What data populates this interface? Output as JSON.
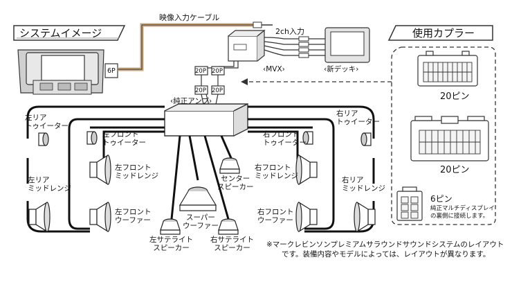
{
  "tags": {
    "system_image": "システムイメージ",
    "used_coupler": "使用カプラー"
  },
  "labels": {
    "video_cable": "映像入力ケーブル",
    "input_2ch": "2ch入力",
    "mvx": "‹MVX›",
    "new_deck": "‹新デッキ›",
    "genuine_amp": "‹純正アンプ›",
    "pin_6p": "6P",
    "pin_20p": "20P",
    "left_rear_tweeter": "左リア\nトゥイーター",
    "right_rear_tweeter": "右リア\nトゥイーター",
    "left_front_tweeter": "左フロント\nトゥイーター",
    "right_front_tweeter": "右フロント\nトゥイーター",
    "left_front_midrange": "左フロント\nミッドレンジ",
    "right_front_midrange": "右フロント\nミッドレンジ",
    "left_rear_midrange": "左リア\nミッドレンジ",
    "right_rear_midrange": "右リア\nミッドレンジ",
    "left_front_woofer": "左フロント\nウーファー",
    "right_front_woofer": "右フロント\nウーファー",
    "center_speaker": "センター\nスピーカー",
    "super_woofer": "スーパー\nウーファー",
    "left_satellite": "左サテライト\nスピーカー",
    "right_satellite": "右サテライト\nスピーカー",
    "pin20_a": "20ピン",
    "pin20_b": "20ピン",
    "pin6": "6ピン",
    "pin6_note": "純正マルチディスプレイ\nの裏側に接続します。"
  },
  "note": {
    "line1": "※マークレビンソンプレミアムサラウンドサウンドシステムのレイアウト",
    "line2": "です。装備内容やモデルによっては、レイアウトが異なります。"
  }
}
